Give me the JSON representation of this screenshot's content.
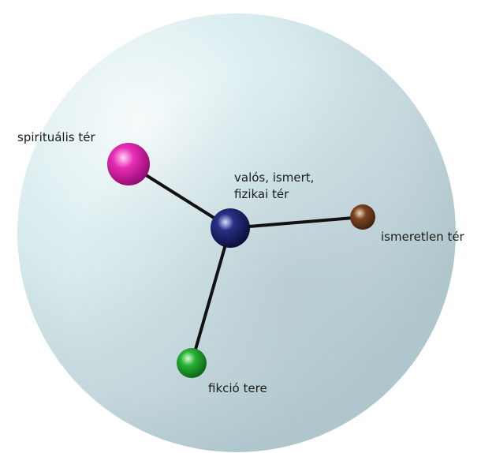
{
  "diagram": {
    "nodes": [
      {
        "id": "spiritual",
        "label_lines": [
          "spirituális tér"
        ],
        "color": "#d81fa6"
      },
      {
        "id": "real",
        "label_lines": [
          "valós, ismert,",
          "fizikai tér"
        ],
        "color": "#1b1e5e"
      },
      {
        "id": "unknown",
        "label_lines": [
          "ismeretlen tér"
        ],
        "color": "#6b3a1a"
      },
      {
        "id": "fiction",
        "label_lines": [
          "fikció tere"
        ],
        "color": "#1f9a2a"
      }
    ],
    "edges": [
      {
        "from": "real",
        "to": "spiritual"
      },
      {
        "from": "real",
        "to": "unknown"
      },
      {
        "from": "real",
        "to": "fiction"
      }
    ],
    "colors": {
      "sphere_light": "#f4fafa",
      "sphere_mid": "#d6ebec",
      "sphere_dark": "#b6ccd2",
      "connector": "#111111"
    }
  }
}
